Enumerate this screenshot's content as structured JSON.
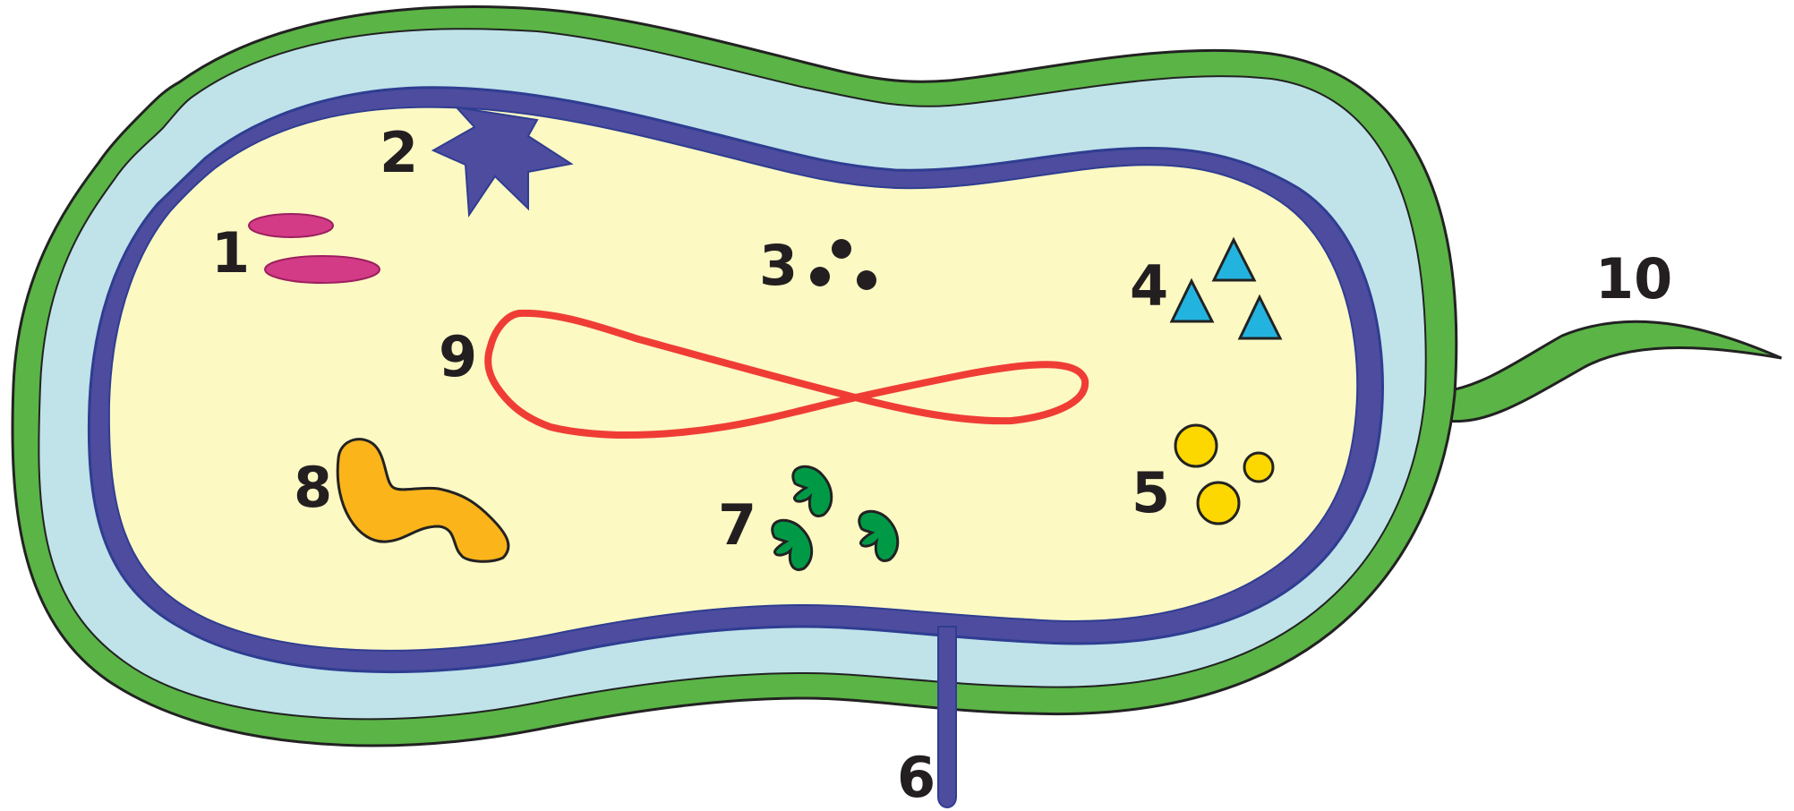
{
  "colors": {
    "capsule": "#5bb446",
    "cell_wall": "#bfe3e9",
    "membrane": "#4d4c9e",
    "cytoplasm": "#fdf9c3",
    "ribosome": "#d33b86",
    "granules": "#231f20",
    "triangles": "#23b3df",
    "vesicles": "#fcd700",
    "enzymes": "#009a47",
    "inclusion": "#fbb41a",
    "nucleoid": "#ef3d35",
    "outline": "#222222"
  },
  "labels": {
    "n1": "1",
    "n2": "2",
    "n3": "3",
    "n4": "4",
    "n5": "5",
    "n6": "6",
    "n7": "7",
    "n8": "8",
    "n9": "9",
    "n10": "10"
  }
}
